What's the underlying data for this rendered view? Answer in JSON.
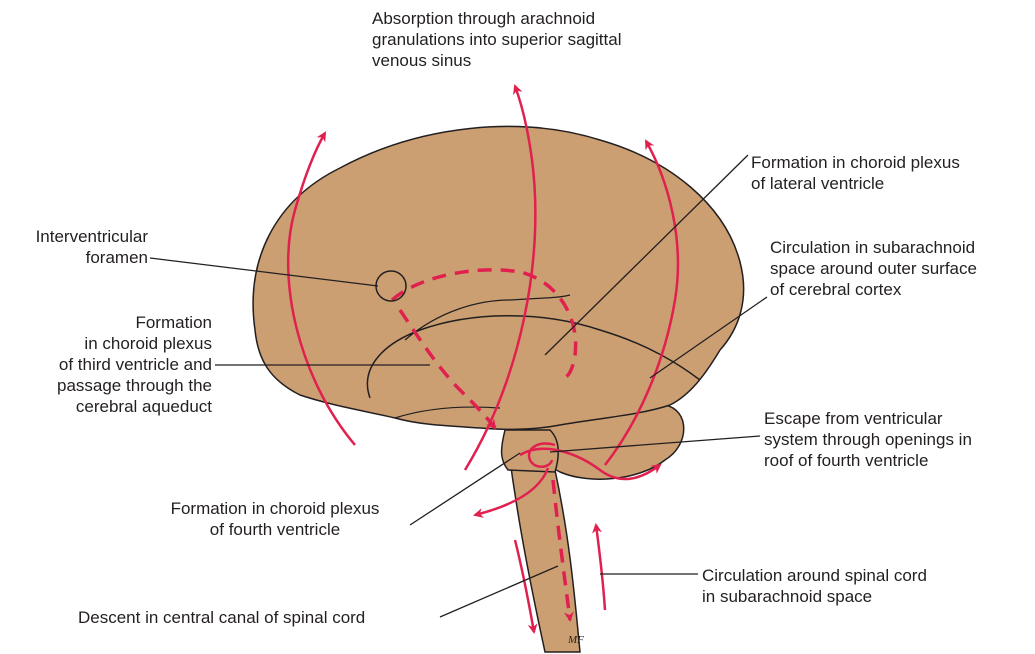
{
  "labels": {
    "absorption": "Absorption through arachnoid\ngranulations into superior sagittal\nvenous sinus",
    "lateral_ventricle": "Formation in choroid plexus\nof lateral ventricle",
    "interventricular_foramen": "Interventricular\nforamen",
    "subarachnoid_cortex": "Circulation in subarachnoid\nspace around outer surface\nof cerebral cortex",
    "third_ventricle": "Formation\nin choroid plexus\nof third ventricle and\npassage through the\ncerebral aqueduct",
    "escape_fourth": "Escape from ventricular\nsystem through openings in\nroof of fourth ventricle",
    "fourth_ventricle": "Formation in choroid plexus\nof fourth ventricle",
    "spinal_subarachnoid": "Circulation around spinal cord\nin subarachnoid space",
    "central_canal": "Descent in central canal of spinal cord",
    "artist_mark": "MF"
  },
  "colors": {
    "brain_fill": "#cc9f73",
    "outline": "#231f20",
    "flow_arrow": "#e0204f",
    "leader_line": "#231f20"
  }
}
